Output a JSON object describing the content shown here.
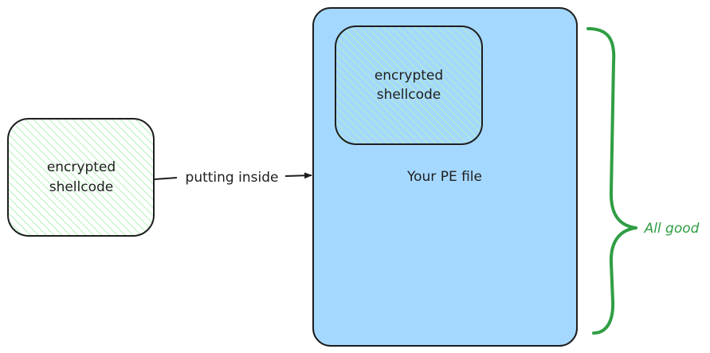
{
  "nodes": {
    "source_box": {
      "line1": "encrypted",
      "line2": "shellcode"
    },
    "pe_file": {
      "label": "Your PE file"
    },
    "inner_box": {
      "line1": "encrypted",
      "line2": "shellcode"
    }
  },
  "edges": {
    "putting_inside": {
      "label": "putting inside"
    }
  },
  "annotations": {
    "brace_label": "All good"
  },
  "colors": {
    "stroke": "#1e1e1e",
    "hatch_green": "#b2f2bb",
    "pe_fill": "#a5d8ff",
    "brace_green": "#2f9e44"
  }
}
